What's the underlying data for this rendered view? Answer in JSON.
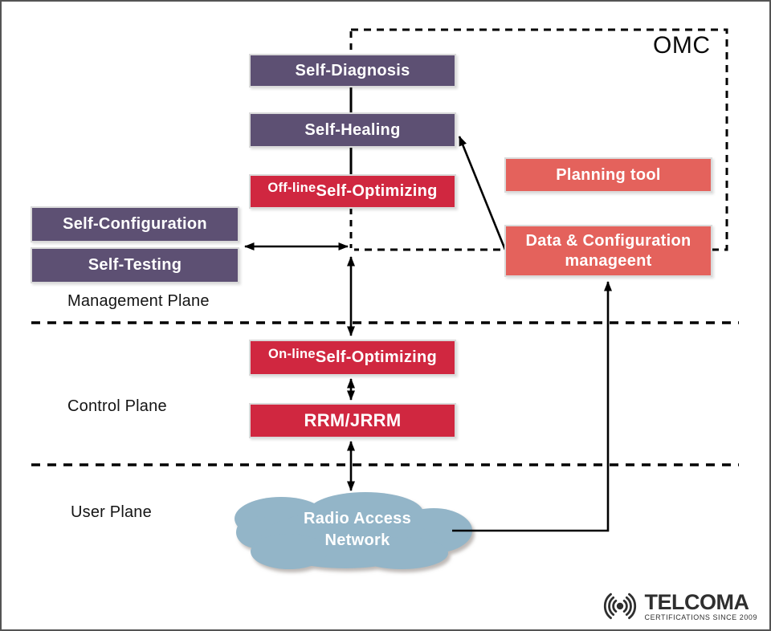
{
  "omc_label": "OMC",
  "boxes": {
    "self_diagnosis": "Self-Diagnosis",
    "self_healing": "Self-Healing",
    "offline": {
      "prefix": "Off-line",
      "label": "Self-Optimizing"
    },
    "self_configuration": "Self-Configuration",
    "self_testing": "Self-Testing",
    "planning_tool": "Planning tool",
    "data_config": {
      "line1": "Data & Configuration",
      "line2": "manageent"
    },
    "online": {
      "prefix": "On-line",
      "label": "Self-Optimizing"
    },
    "rrm": "RRM/JRRM"
  },
  "planes": {
    "management": "Management Plane",
    "control": "Control Plane",
    "user": "User Plane"
  },
  "cloud": {
    "line1": "Radio Access",
    "line2": "Network"
  },
  "logo": {
    "brand": "TELCOMA",
    "tagline": "CERTIFICATIONS SINCE 2009"
  },
  "colors": {
    "purple_box": "#5d5073",
    "red_box": "#d02740",
    "salmon_box": "#e4625c",
    "cloud_fill": "#93b5c8",
    "line": "#000000"
  }
}
